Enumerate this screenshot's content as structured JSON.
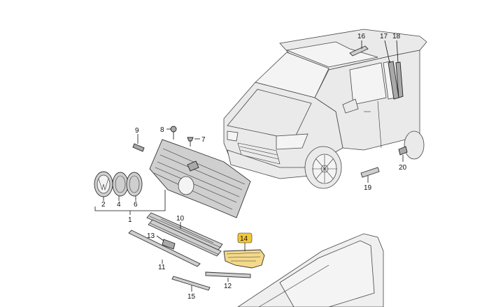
{
  "labels": {
    "l1": "1",
    "l2": "2",
    "l4": "4",
    "l6": "6",
    "l7": "7",
    "l8": "8",
    "l9": "9",
    "l10": "10",
    "l11": "11",
    "l12": "12",
    "l13": "13",
    "l14": "14",
    "l15": "15",
    "l16": "16",
    "l17": "17",
    "l18": "18",
    "l19": "19",
    "l20": "20"
  },
  "highlighted_part": "14",
  "colors": {
    "highlight": "#f3c637",
    "highlight_part_fill": "#f4d98a",
    "part_fill": "#cfcfcf",
    "line": "#111111"
  }
}
